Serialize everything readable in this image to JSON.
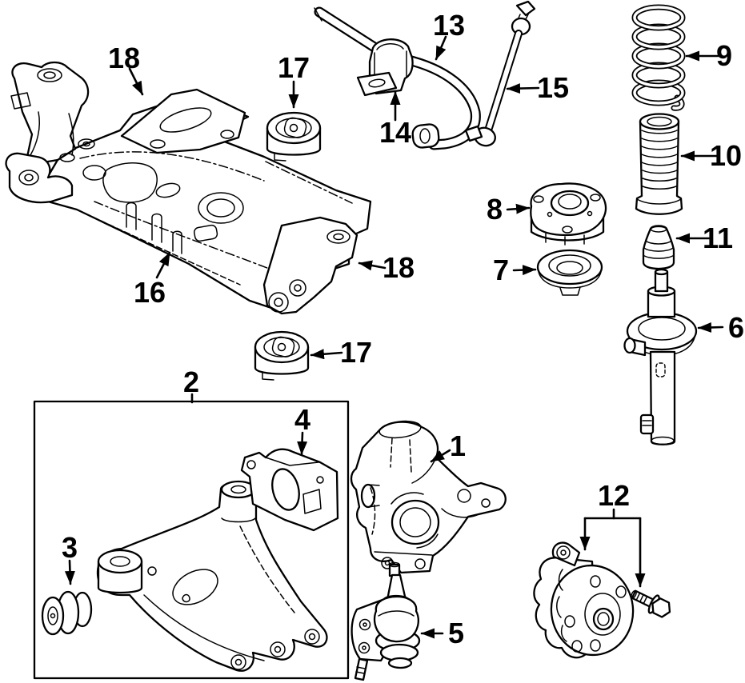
{
  "diagram": {
    "type": "exploded-parts-diagram",
    "subject": "front-suspension",
    "background_color": "#ffffff",
    "line_color": "#000000",
    "callouts": [
      {
        "part": "subframe-bracket-left",
        "text": "18"
      },
      {
        "part": "subframe-bushing-upper",
        "text": "17"
      },
      {
        "part": "stabilizer-bar",
        "text": "13"
      },
      {
        "part": "stabilizer-bar-bracket",
        "text": "14"
      },
      {
        "part": "stabilizer-link",
        "text": "15"
      },
      {
        "part": "coil-spring",
        "text": "9"
      },
      {
        "part": "strut-dust-boot",
        "text": "10"
      },
      {
        "part": "strut-mount",
        "text": "8"
      },
      {
        "part": "bump-stop",
        "text": "11"
      },
      {
        "part": "spring-seat",
        "text": "7"
      },
      {
        "part": "strut",
        "text": "6"
      },
      {
        "part": "subframe-crossmember",
        "text": "16"
      },
      {
        "part": "subframe-bracket-right",
        "text": "18"
      },
      {
        "part": "subframe-bushing-lower",
        "text": "17"
      },
      {
        "part": "control-arm-assembly",
        "text": "2"
      },
      {
        "part": "control-arm-bracket",
        "text": "4"
      },
      {
        "part": "control-arm-bushing",
        "text": "3"
      },
      {
        "part": "steering-knuckle",
        "text": "1"
      },
      {
        "part": "ball-joint",
        "text": "5"
      },
      {
        "part": "wheel-hub-and-bolt",
        "text": "12"
      }
    ]
  }
}
